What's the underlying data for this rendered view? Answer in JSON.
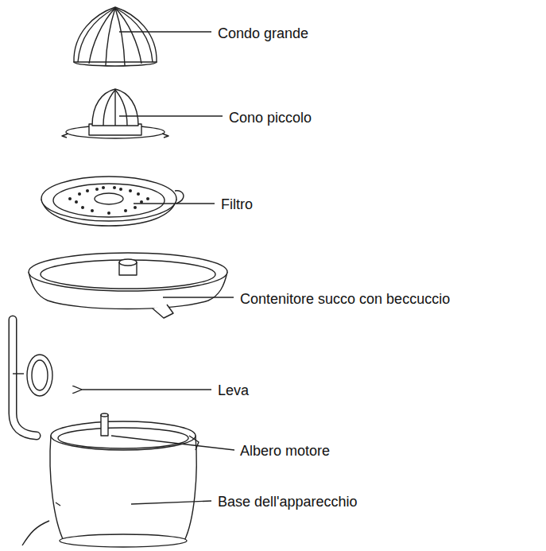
{
  "diagram": {
    "labels": [
      "Condo grande",
      "Cono piccolo",
      "Filtro",
      "Contenitore succo con beccuccio",
      "Leva",
      "Albero motore",
      "Base dell'apparecchio"
    ]
  }
}
